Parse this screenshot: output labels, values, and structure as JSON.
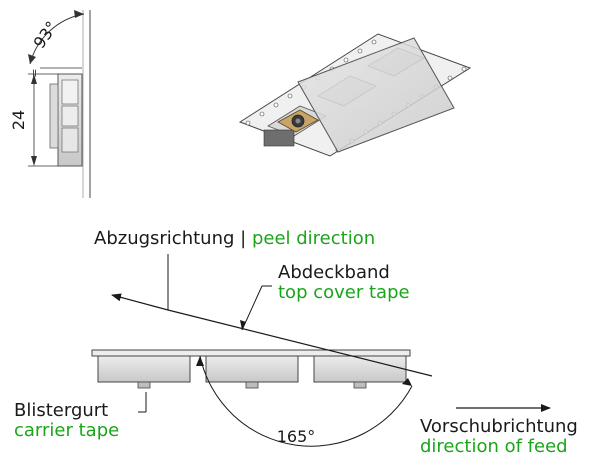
{
  "tilt_angle": "93°",
  "tape_height": "24",
  "gap_mark": "=",
  "peel": {
    "de": "Abzugsrichtung",
    "separator": "|",
    "en": "peel direction"
  },
  "cover_tape": {
    "de": "Abdeckband",
    "en": "top cover tape"
  },
  "carrier_tape": {
    "de": "Blistergurt",
    "en": "carrier tape"
  },
  "feed": {
    "de": "Vorschubrichtung",
    "en": "direction of feed"
  },
  "peel_angle": "165°",
  "colors": {
    "english_text": "#1aa51a",
    "german_text": "#1a1a1a",
    "tape_film": "#d9d9d9",
    "component_body": "#c9a46a"
  }
}
